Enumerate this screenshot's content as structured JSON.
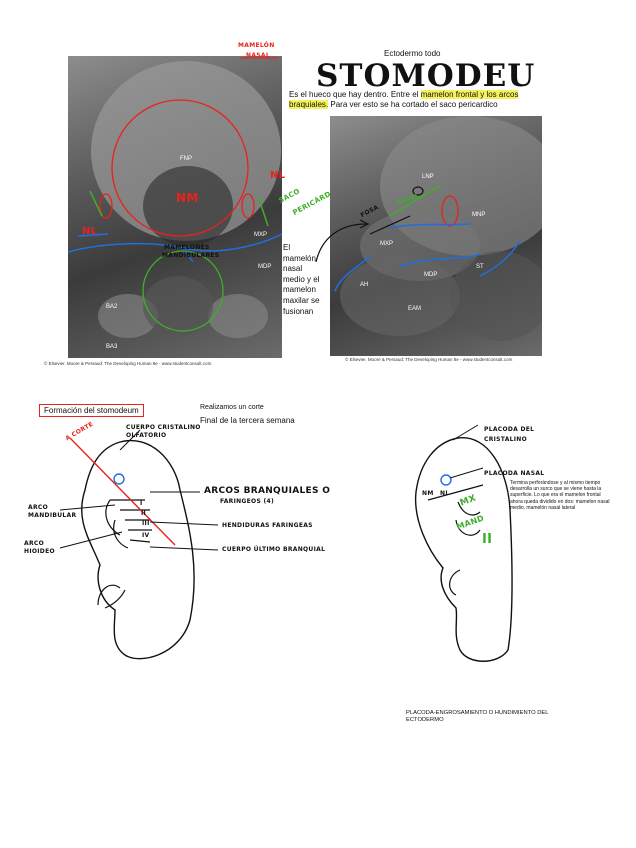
{
  "top": {
    "ectodermo_label": "Ectodermo todo",
    "title": "STOMODEU",
    "description_parts": [
      "Es el hueco que hay dentro. Entre el ",
      "mamelon frontal y los arcos braquiales.",
      " Para ver esto se ha cortado el saco pericardico"
    ],
    "fusion_note": [
      "El",
      "mamelón",
      "nasal",
      "medio y el",
      "mamelon",
      "maxilar se",
      "fusionan"
    ],
    "credit_left": "© Elsevier. Moore & Persaud: The Developing Human 8e - www.studentconsult.com",
    "credit_right": "© Elsevier. Moore & Persaud: The Developing Human 8e - www.studentconsult.com"
  },
  "left_photo": {
    "labels": {
      "fnp": "FNP",
      "mxp": "MXP",
      "mdp": "MDP",
      "ba2": "BA2",
      "ba3": "BA3"
    },
    "annotations": {
      "mamelon_nasal": [
        "MAMELÓN",
        "NASAL"
      ],
      "nm": "NM",
      "nl_left": "NL",
      "nl_right": "NL",
      "saco_pericardio": [
        "SACO",
        "PERICÁRDICO"
      ],
      "mamelones_mandibulares": [
        "MAMELONES",
        "MANDIBULARES"
      ]
    }
  },
  "right_photo": {
    "labels": {
      "lnp": "LNP",
      "mnp": "MNP",
      "mxp": "MXP",
      "mdp": "MDP",
      "ah": "AH",
      "eam": "EAM",
      "st": "ST"
    },
    "annotations": {
      "fosa": "FOSA",
      "nasal": "NASAL"
    }
  },
  "bottom_left": {
    "boxed_title": "Formación del stomodeum",
    "realizamos": "Realizamos un corte",
    "final": "Final de la tercera semana",
    "annotations": {
      "a_corte": "A CORTE",
      "cuerpo_cristalino": [
        "CUERPO CRISTALINO",
        "OLFATORIO"
      ],
      "arcos": [
        "ARCOS BRANQUIALES O",
        "FARINGEOS (4)"
      ],
      "arco_mandibular": [
        "ARCO",
        "MANDIBULAR"
      ],
      "arco_hioideo": [
        "ARCO",
        "HIOIDEO"
      ],
      "hendiduras": "HENDIDURAS FARINGEAS",
      "cuerpo_ultimo": "CUERPO ÚLTIMO BRANQUIAL",
      "roman": [
        "I",
        "II",
        "III",
        "IV"
      ]
    }
  },
  "bottom_right": {
    "placoda_cristalino": [
      "PLACODA DEL",
      "CRISTALINO"
    ],
    "placoda_nasal": "PLACODA NASAL",
    "note": "Termina perforándose y al mismo tiempo desarrolla un surco que se viene hasta la superficie. Lo que era el mamelon frontal ahora queda dividido en dos: mamelon nasal medio, mamelón nasal lateral",
    "nm": "NM",
    "nl": "NL",
    "mx": "MX",
    "mand": "MAND",
    "roman_two": "II",
    "footer": [
      "PLACODA-ENGROSAMIENTO O HUNDIMIENTO DEL",
      "ECTODERMO"
    ]
  },
  "colors": {
    "red": "#e8221c",
    "blue": "#1f6fe0",
    "green": "#3fae2a",
    "highlight": "#f6f35a"
  }
}
